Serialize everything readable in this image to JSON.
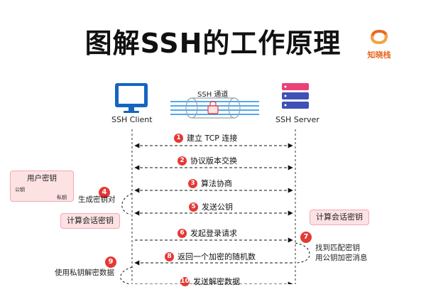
{
  "title": "图解SSH的工作原理",
  "brand": {
    "name": "知晓栈",
    "color": "#e8671f"
  },
  "client": {
    "label": "SSH Client",
    "icon": "monitor-icon"
  },
  "server": {
    "label": "SSH Server",
    "icon": "server-icon"
  },
  "tunnel": {
    "label": "SSH 通道",
    "icon": "lock-icon"
  },
  "user_keys": {
    "title": "用户密钥",
    "public_label": "公钥",
    "private_label": "私钥"
  },
  "client_compute": "计算会话密钥",
  "server_compute": "计算会话密钥",
  "client_notes": {
    "n4": "4",
    "gen_pair": "生成密钥对",
    "n9": "9",
    "decrypt": "使用私钥解密数据"
  },
  "server_notes": {
    "n7": "7",
    "find_key": "找到匹配密钥",
    "encrypt_msg": "用公钥加密消息"
  },
  "steps": [
    {
      "n": "1",
      "text": "建立 TCP 连接",
      "dir": "both"
    },
    {
      "n": "2",
      "text": "协议版本交换",
      "dir": "both"
    },
    {
      "n": "3",
      "text": "算法协商",
      "dir": "both"
    },
    {
      "n": "5",
      "text": "发送公钥",
      "dir": "both"
    },
    {
      "n": "6",
      "text": "发起登录请求",
      "dir": "right"
    },
    {
      "n": "8",
      "text": "返回一个加密的随机数",
      "dir": "left"
    },
    {
      "n": "10",
      "text": "发送解密数据",
      "dir": "right"
    }
  ],
  "colors": {
    "badge": "#e53935",
    "pink": "#fde2e4",
    "client_icon": "#1565c0",
    "server_icon": "#ec407a"
  }
}
